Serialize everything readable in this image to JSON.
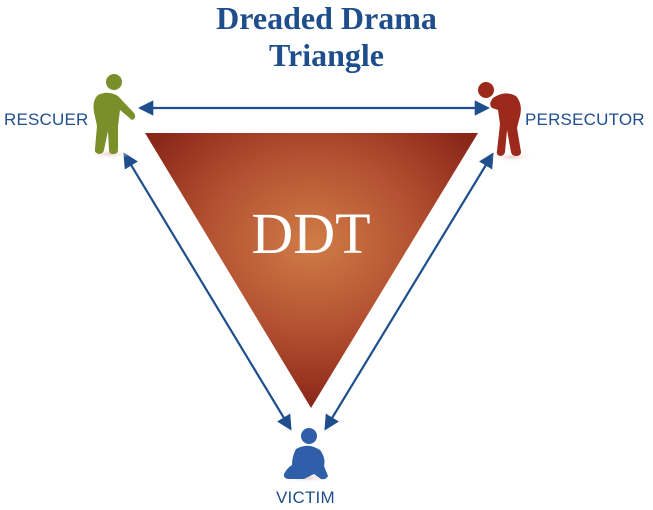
{
  "title": {
    "line1": "Dreaded Drama",
    "line2": "Triangle"
  },
  "center_label": "DDT",
  "roles": {
    "rescuer": "RESCUER",
    "persecutor": "PERSECUTOR",
    "victim": "VICTIM"
  },
  "colors": {
    "title": "#1f4e8c",
    "arrow": "#1f4e8c",
    "triangle_center": "#c9713f",
    "triangle_edge": "#8e2a1c",
    "rescuer_figure": "#7a8f2a",
    "persecutor_figure": "#9b2a1c",
    "victim_figure": "#2f5fa8",
    "center_text": "#ffffff"
  },
  "icons": {
    "rescuer": "rescuer-figure-icon",
    "persecutor": "persecutor-figure-icon",
    "victim": "victim-figure-icon"
  }
}
